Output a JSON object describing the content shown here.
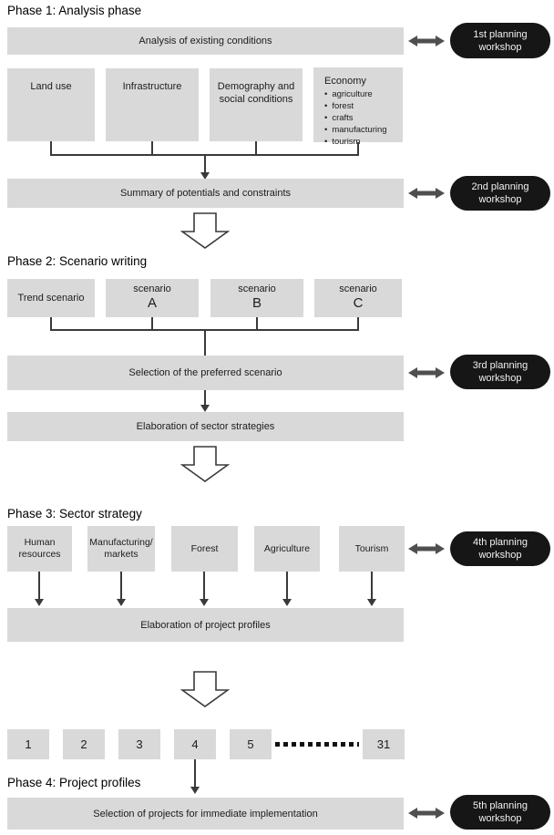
{
  "phase1": {
    "title": "Phase 1: Analysis phase",
    "analysis_bar": "Analysis of existing conditions",
    "boxes": [
      "Land use",
      "Infrastructure",
      "Demography and social conditions"
    ],
    "economy": {
      "heading": "Economy",
      "bullets": [
        "agriculture",
        "forest",
        "crafts",
        "manufacturing",
        "tourism"
      ]
    },
    "summary_bar": "Summary of potentials and constraints"
  },
  "phase2": {
    "title": "Phase 2: Scenario writing",
    "boxes": [
      {
        "line1": "Trend scenario",
        "line2": ""
      },
      {
        "line1": "scenario",
        "line2": "A"
      },
      {
        "line1": "scenario",
        "line2": "B"
      },
      {
        "line1": "scenario",
        "line2": "C"
      }
    ],
    "selection_bar": "Selection of the preferred scenario",
    "elaboration_bar": "Elaboration of sector strategies"
  },
  "phase3": {
    "title": "Phase 3: Sector strategy",
    "boxes": [
      "Human resources",
      "Manufacturing/ markets",
      "Forest",
      "Agriculture",
      "Tourism"
    ],
    "elaboration_bar": "Elaboration of project profiles"
  },
  "phase4": {
    "title": "Phase 4: Project profiles",
    "numbers": [
      "1",
      "2",
      "3",
      "4",
      "5",
      "31"
    ],
    "selection_bar": "Selection of projects for immediate implementation"
  },
  "workshops": [
    {
      "line1": "1st planning",
      "line2": "workshop"
    },
    {
      "line1": "2nd planning",
      "line2": "workshop"
    },
    {
      "line1": "3rd planning",
      "line2": "workshop"
    },
    {
      "line1": "4th planning",
      "line2": "workshop"
    },
    {
      "line1": "5th planning",
      "line2": "workshop"
    }
  ],
  "colors": {
    "box_gray": "#d9d9d9",
    "pill_black": "#161616",
    "line": "#3a3a3a",
    "arrow": "#4f4f4f",
    "text": "#1c1c1c"
  }
}
